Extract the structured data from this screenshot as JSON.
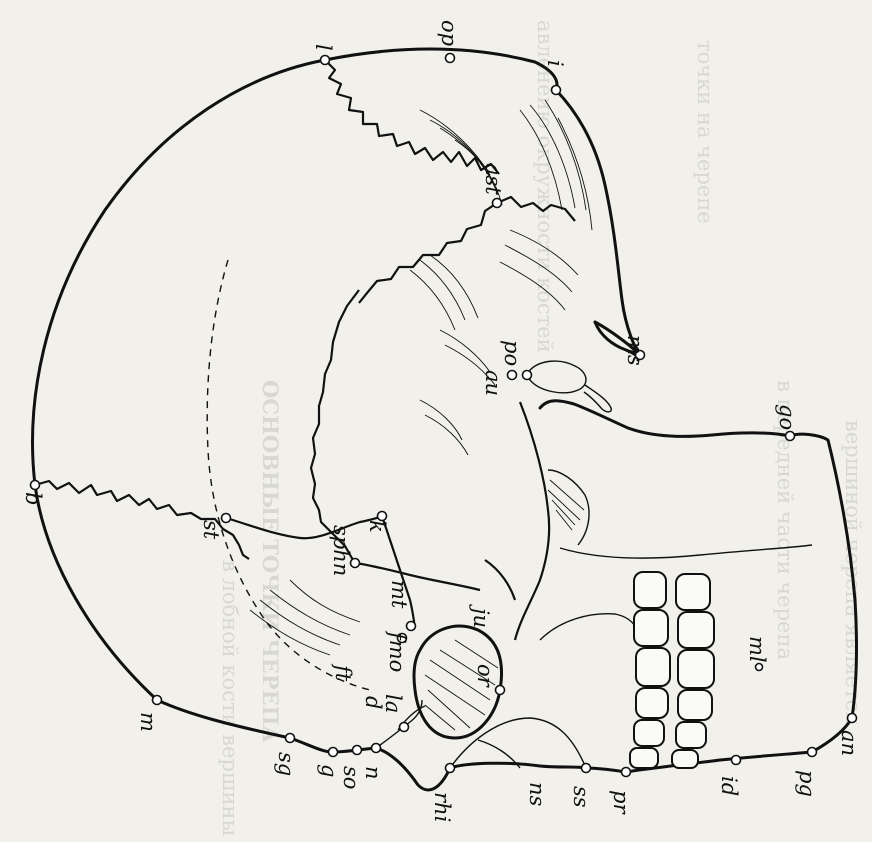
{
  "figure": {
    "bleed_text": [
      "авленеию окружности костей",
      "вершиной черепа является",
      "в передней части черепа",
      "ОСНОВНЫЕ ТОЧКИ ЧЕРЕПА",
      "в лобной кости вершины",
      "точки на черепе"
    ],
    "landmarks": [
      {
        "id": "l",
        "label": "l"
      },
      {
        "id": "op",
        "label": "op"
      },
      {
        "id": "i",
        "label": "i"
      },
      {
        "id": "ast",
        "label": "ast"
      },
      {
        "id": "ms",
        "label": "ms"
      },
      {
        "id": "po",
        "label": "po"
      },
      {
        "id": "au",
        "label": "au"
      },
      {
        "id": "go",
        "label": "go"
      },
      {
        "id": "b",
        "label": "b"
      },
      {
        "id": "st",
        "label": "st"
      },
      {
        "id": "sphn",
        "label": "sphn"
      },
      {
        "id": "k",
        "label": "k"
      },
      {
        "id": "mt",
        "label": "mt"
      },
      {
        "id": "fmo",
        "label": "fmo"
      },
      {
        "id": "ju",
        "label": "ju"
      },
      {
        "id": "ft",
        "label": "ft"
      },
      {
        "id": "or",
        "label": "or"
      },
      {
        "id": "la",
        "label": "la"
      },
      {
        "id": "d",
        "label": "d"
      },
      {
        "id": "m",
        "label": "m"
      },
      {
        "id": "ml",
        "label": "ml"
      },
      {
        "id": "an",
        "label": "an"
      },
      {
        "id": "sg",
        "label": "sg"
      },
      {
        "id": "g",
        "label": "g"
      },
      {
        "id": "so",
        "label": "so"
      },
      {
        "id": "n",
        "label": "n"
      },
      {
        "id": "rhi",
        "label": "rhi"
      },
      {
        "id": "ns",
        "label": "ns"
      },
      {
        "id": "ss",
        "label": "ss"
      },
      {
        "id": "pr",
        "label": "pr"
      },
      {
        "id": "id",
        "label": "id"
      },
      {
        "id": "pg",
        "label": "pg"
      }
    ]
  }
}
